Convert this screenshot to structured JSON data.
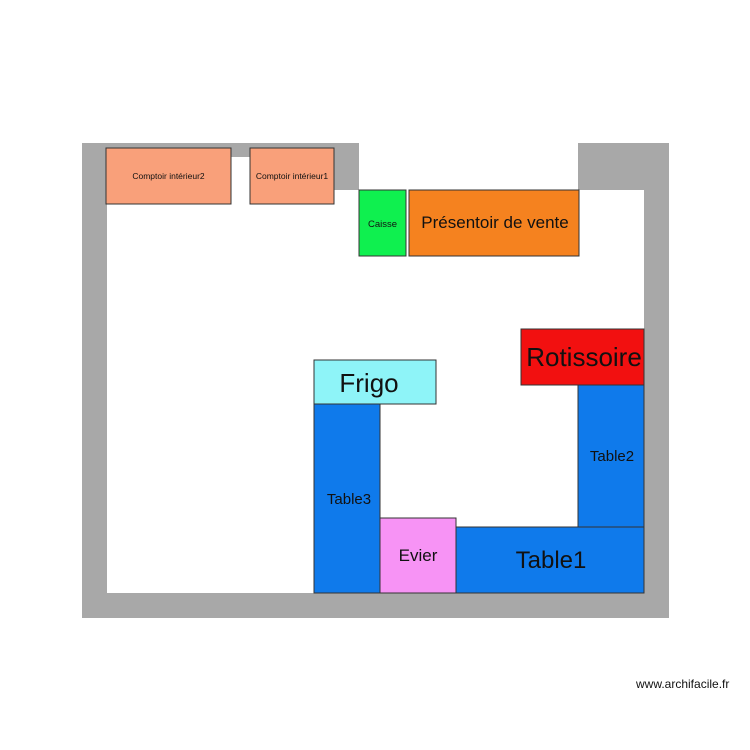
{
  "plan": {
    "items": [
      {
        "key": "comptoir_interieur2",
        "label": "Comptoir intérieur2",
        "color": "#f9a07a"
      },
      {
        "key": "comptoir_interieur1",
        "label": "Comptoir intérieur1",
        "color": "#f9a07a"
      },
      {
        "key": "caisse",
        "label": "Caisse",
        "color": "#0ff04f"
      },
      {
        "key": "presentoir_de_vente",
        "label": "Présentoir de vente",
        "color": "#f5821f"
      },
      {
        "key": "rotissoire",
        "label": "Rotissoire",
        "color": "#f21010"
      },
      {
        "key": "frigo",
        "label": "Frigo",
        "color": "#8ef4f8"
      },
      {
        "key": "table2",
        "label": "Table2",
        "color": "#0f7aeb"
      },
      {
        "key": "table3",
        "label": "Table3",
        "color": "#0f7aeb"
      },
      {
        "key": "evier",
        "label": "Evier",
        "color": "#f793f5"
      },
      {
        "key": "table1",
        "label": "Table1",
        "color": "#0f7aeb"
      }
    ],
    "wall_color": "#a8a8a8"
  },
  "footer": {
    "watermark": "www.archifacile.fr"
  }
}
